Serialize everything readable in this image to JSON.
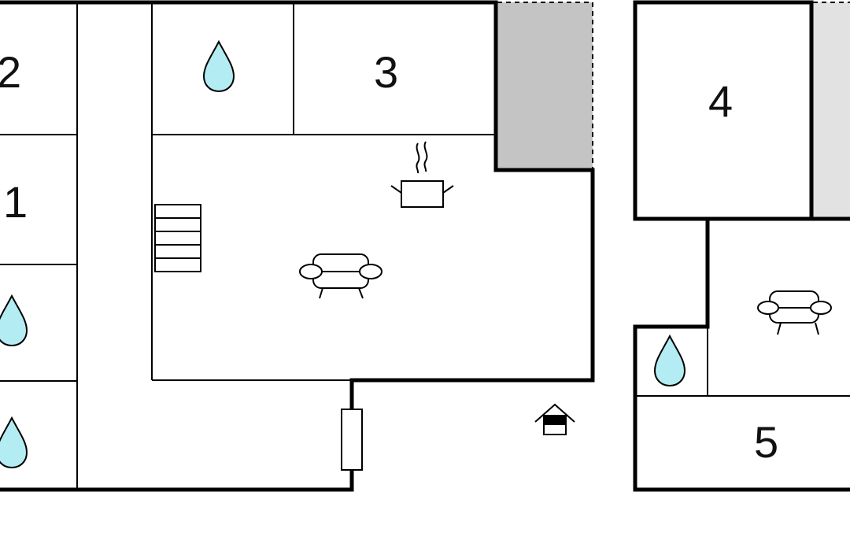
{
  "rooms": {
    "room_2": "2",
    "room_1": "1",
    "room_3": "3",
    "room_4": "4",
    "room_5": "5"
  },
  "colors": {
    "water": "#b3ecf2",
    "terrace": "#c4c4c4",
    "terrace_light": "#e2e2e2",
    "wall": "#000000"
  },
  "icons": {
    "water": "water-drop-icon",
    "cooking": "cooking-pot-icon",
    "sofa": "sofa-icon",
    "stairs": "stairs-icon",
    "entrance": "entrance-icon",
    "door": "door-icon"
  }
}
